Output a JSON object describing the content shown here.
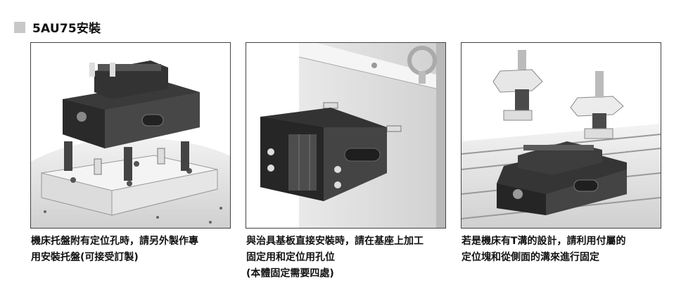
{
  "header": {
    "title": "5AU75安裝"
  },
  "panels": [
    {
      "lines": [
        "機床托盤附有定位孔時，請另外製作專",
        "用安裝托盤(可接受訂製)"
      ]
    },
    {
      "lines": [
        "與治具基板直接安裝時，請在基座上加工",
        "固定用和定位用孔位",
        "(本體固定需要四處)"
      ]
    },
    {
      "lines": [
        "若是機床有T溝的設計，請利用付屬的",
        "定位塊和從側面的溝來進行固定"
      ]
    }
  ]
}
